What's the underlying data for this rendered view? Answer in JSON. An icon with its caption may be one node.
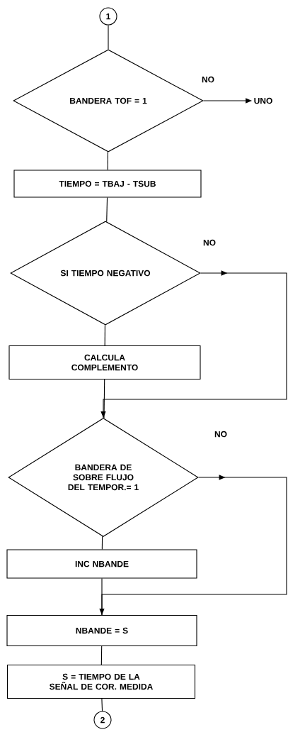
{
  "diagram": {
    "nodes": [
      {
        "text": [
          "1"
        ]
      },
      {
        "text": [
          "BANDERA TOF = 1"
        ]
      },
      {
        "text": [
          "UNO"
        ]
      },
      {
        "text": [
          "TIEMPO = TBAJ - TSUB"
        ]
      },
      {
        "text": [
          "SI TIEMPO NEGATIVO"
        ]
      },
      {
        "text": [
          "CALCULA COMPLEMENTO"
        ]
      },
      {
        "text": [
          "BANDERA DE SOBRE FLUJO DEL TEMPOR.= 1"
        ]
      },
      {
        "text": [
          "INC NBANDE"
        ]
      },
      {
        "text": [
          "NBANDE = S"
        ]
      },
      {
        "text": [
          "S = TIEMPO DE LA SEÑAL DE COR. MEDIDA"
        ]
      },
      {
        "text": [
          "2"
        ]
      }
    ],
    "edges": [
      {
        "from": 0,
        "to": 1,
        "arrow": "none"
      },
      {
        "from": 1,
        "to": 2,
        "arrow": "to",
        "label": "NO"
      },
      {
        "from": 1,
        "to": 3,
        "arrow": "none"
      },
      {
        "from": 3,
        "to": 4,
        "arrow": "none"
      },
      {
        "from": 4,
        "to": 5,
        "arrow": "none"
      },
      {
        "from": 4,
        "to": 6,
        "arrow": "to",
        "label": "NO"
      },
      {
        "from": 5,
        "to": 6,
        "arrow": "none"
      },
      {
        "from": 6,
        "to": 7,
        "arrow": "none"
      },
      {
        "from": 6,
        "to": 8,
        "arrow": "to",
        "label": "NO"
      },
      {
        "from": 7,
        "to": 8,
        "arrow": "none"
      },
      {
        "from": 8,
        "to": 9,
        "arrow": "none"
      },
      {
        "from": 9,
        "to": 10,
        "arrow": "none"
      }
    ]
  }
}
